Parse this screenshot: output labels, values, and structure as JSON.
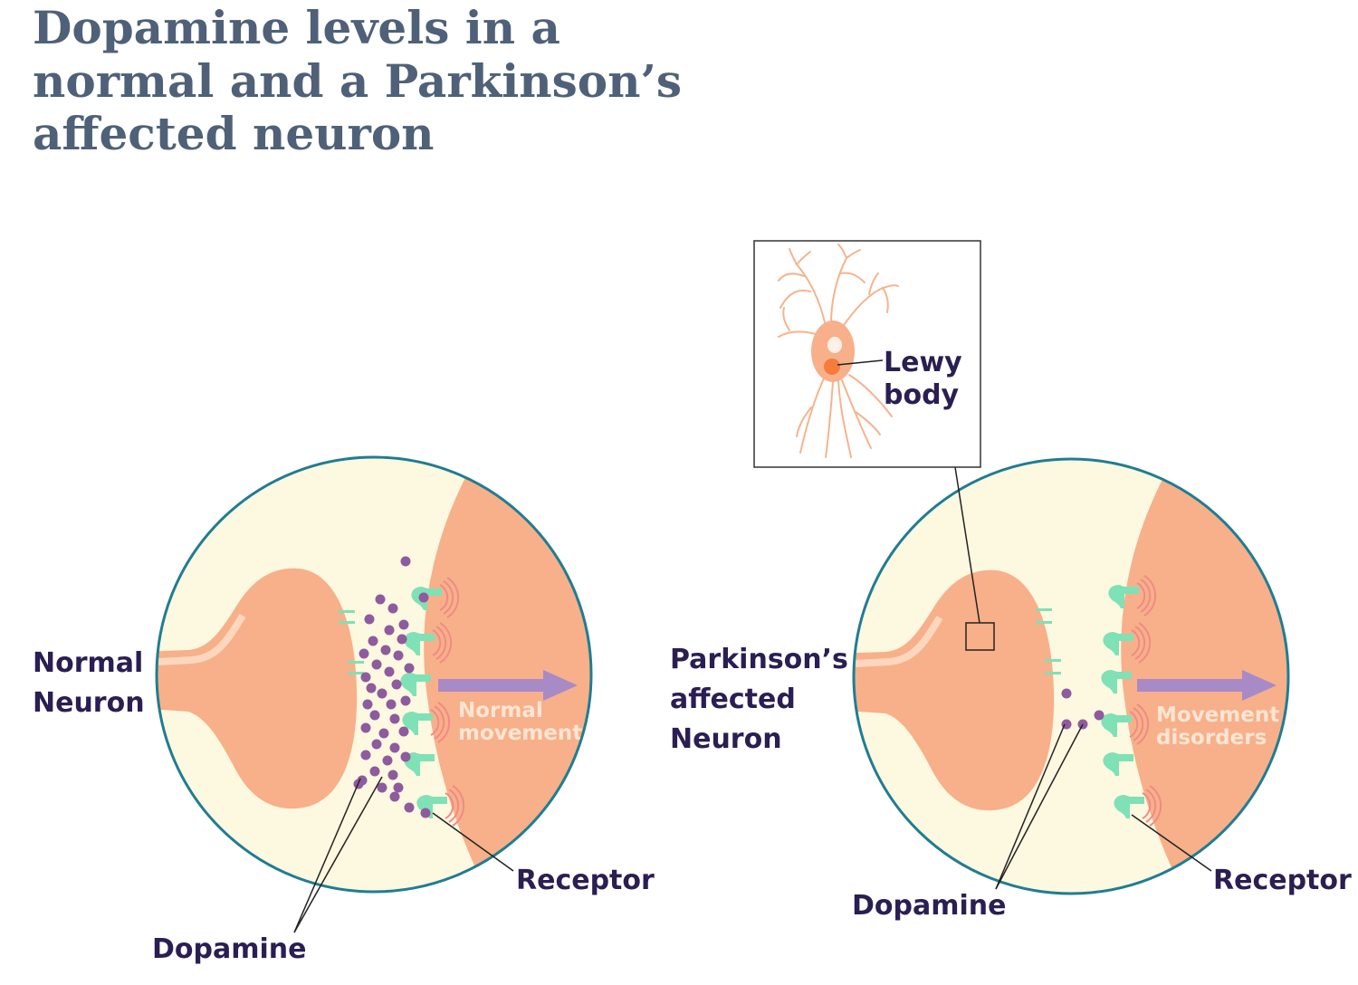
{
  "title": {
    "line1": "Dopamine levels in a",
    "line2": "normal and a Parkinson’s",
    "line3": "affected neuron"
  },
  "normal_panel": {
    "neuron_label_line1": "Normal",
    "neuron_label_line2": "Neuron",
    "arrow_label_line1": "Normal",
    "arrow_label_line2": "movement",
    "dopamine_label": "Dopamine",
    "receptor_label": "Receptor"
  },
  "parkinsons_panel": {
    "neuron_label_line1": "Parkinson’s",
    "neuron_label_line2": "affected",
    "neuron_label_line3": "Neuron",
    "arrow_label_line1": "Movement",
    "arrow_label_line2": "disorders",
    "dopamine_label": "Dopamine",
    "receptor_label": "Receptor"
  },
  "inset": {
    "label_line1": "Lewy",
    "label_line2": "body"
  },
  "colors": {
    "title": "#4f6178",
    "label": "#2a1e52",
    "circle_border": "#1f7d93",
    "synapse_bg": "#fdf8e0",
    "neuron": "#f7b08a",
    "receptor": "#7fe1b6",
    "dopamine": "#8e5b9e",
    "arrow": "#a88ac6",
    "lewy_body": "#f57c3c"
  }
}
